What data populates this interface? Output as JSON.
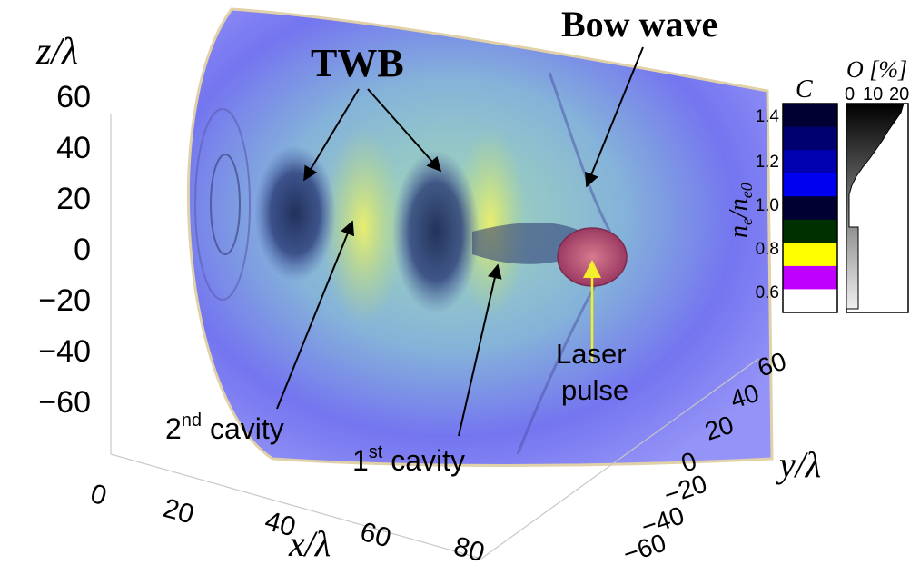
{
  "colors": {
    "plasma": "#6f6cf0",
    "edge": "#d9c79d",
    "cavity": "#2b3470",
    "wave_green": "#98d4a5",
    "wave_yellow": "#e6e55f",
    "laser": "#c05a7a",
    "arrow_laser": "#f4ef2a"
  },
  "axes": {
    "z_label_main": "z/",
    "z_label_sym": "λ",
    "x_label_main": "x/",
    "x_label_sym": "λ",
    "y_label_main": "y/",
    "y_label_sym": "λ",
    "z_ticks": [
      "60",
      "40",
      "20",
      "0",
      "−20",
      "−40",
      "−60"
    ],
    "x_ticks": [
      "0",
      "20",
      "40",
      "60",
      "80"
    ],
    "y_ticks": [
      "60",
      "40",
      "20",
      "0",
      "−20",
      "−40",
      "−60"
    ]
  },
  "annotations": {
    "twb": "TWB",
    "bow_wave": "Bow wave",
    "laser_line1": "Laser",
    "laser_line2": "pulse",
    "cavity2_num": "2",
    "cavity2_sup": "nd",
    "cavity2_word": " cavity",
    "cavity1_num": "1",
    "cavity1_sup": "st",
    "cavity1_word": " cavity"
  },
  "legend": {
    "c_label": "C",
    "o_label": "O [%]",
    "o_ticks": [
      "0",
      "10",
      "20"
    ],
    "ne_label_n": "n",
    "ne_label_e": "e",
    "ne_label_slash": "/n",
    "ne_label_e0": "e0",
    "ne_ticks": [
      "1.4",
      "1.2",
      "1.0",
      "0.8",
      "0.6"
    ],
    "c_colors": [
      "#000033",
      "#000070",
      "#0000b0",
      "#0000f0",
      "#000033",
      "#003000",
      "#ffff00",
      "#c000ff",
      "#ffffff"
    ]
  }
}
